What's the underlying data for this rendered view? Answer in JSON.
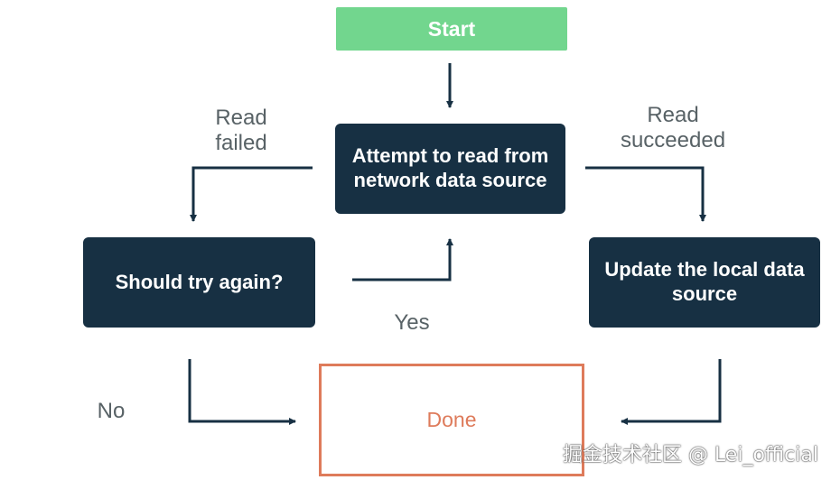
{
  "nodes": {
    "start": "Start",
    "attempt_read": "Attempt to read from network data source",
    "should_retry": "Should try again?",
    "update_local": "Update the local data source",
    "done": "Done"
  },
  "edges": {
    "read_failed": "Read failed",
    "read_succeeded": "Read succeeded",
    "yes": "Yes",
    "no": "No"
  },
  "watermark": "掘金技术社区 @ Lei_official",
  "colors": {
    "start_fill": "#72d68e",
    "process_fill": "#173043",
    "done_border": "#de7b5b",
    "connector": "#173043",
    "edge_label": "#586266"
  }
}
